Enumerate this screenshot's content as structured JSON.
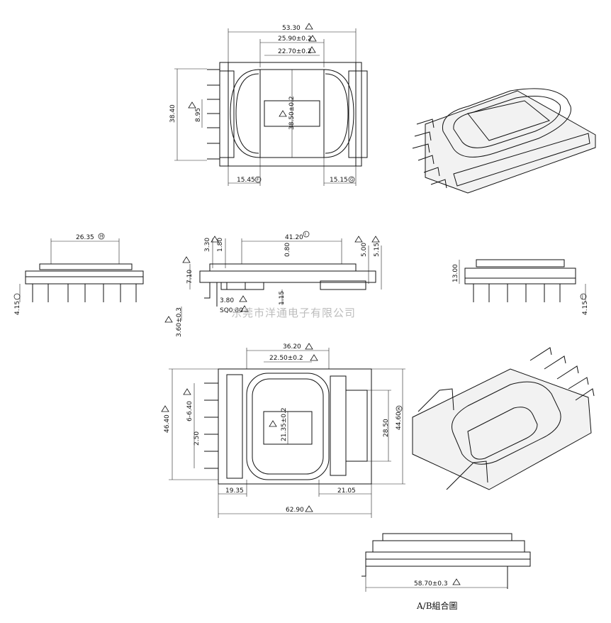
{
  "dims": {
    "top_overall": "53.30",
    "top_window_outer": "25.90±0.2",
    "top_window_inner": "22.70±0.2",
    "top_height": "38.40",
    "top_pitch": "8.95",
    "top_center": "38.50±0.2",
    "top_left_offset": "15.45",
    "top_right_offset": "15.15",
    "left_width": "26.35",
    "left_height": "4.15",
    "side_3_30": "3.30",
    "side_1_80": "1.80",
    "side_41_20": "41.20",
    "side_0_80": "0.80",
    "side_5_00": "5.00",
    "side_5_15": "5.15",
    "side_7_10": "7.10",
    "side_1_15": "1.15",
    "side_3_80": "3.80",
    "side_sq": "SQ0.80",
    "side_3_60": "3.60±0.3",
    "right_height": "13.00",
    "right_4_15": "4.15",
    "bot_36_20": "36.20",
    "bot_22_50": "22.50±0.2",
    "bot_46_40": "46.40",
    "bot_6_6_40": "6-6.40",
    "bot_2_50": "2.50",
    "bot_21_35": "21.35±0.2",
    "bot_28_50": "28.50",
    "bot_44_60": "44.60",
    "bot_19_35": "19.35",
    "bot_21_05": "21.05",
    "bot_62_90": "62.90",
    "ab_58_70": "58.70±0.3"
  },
  "markers": {
    "F": "F",
    "G": "G",
    "H": "H",
    "I": "I",
    "J": "J",
    "K": "K"
  },
  "watermark": "东莞市洋通电子有限公司",
  "caption": "A/B組合圖"
}
